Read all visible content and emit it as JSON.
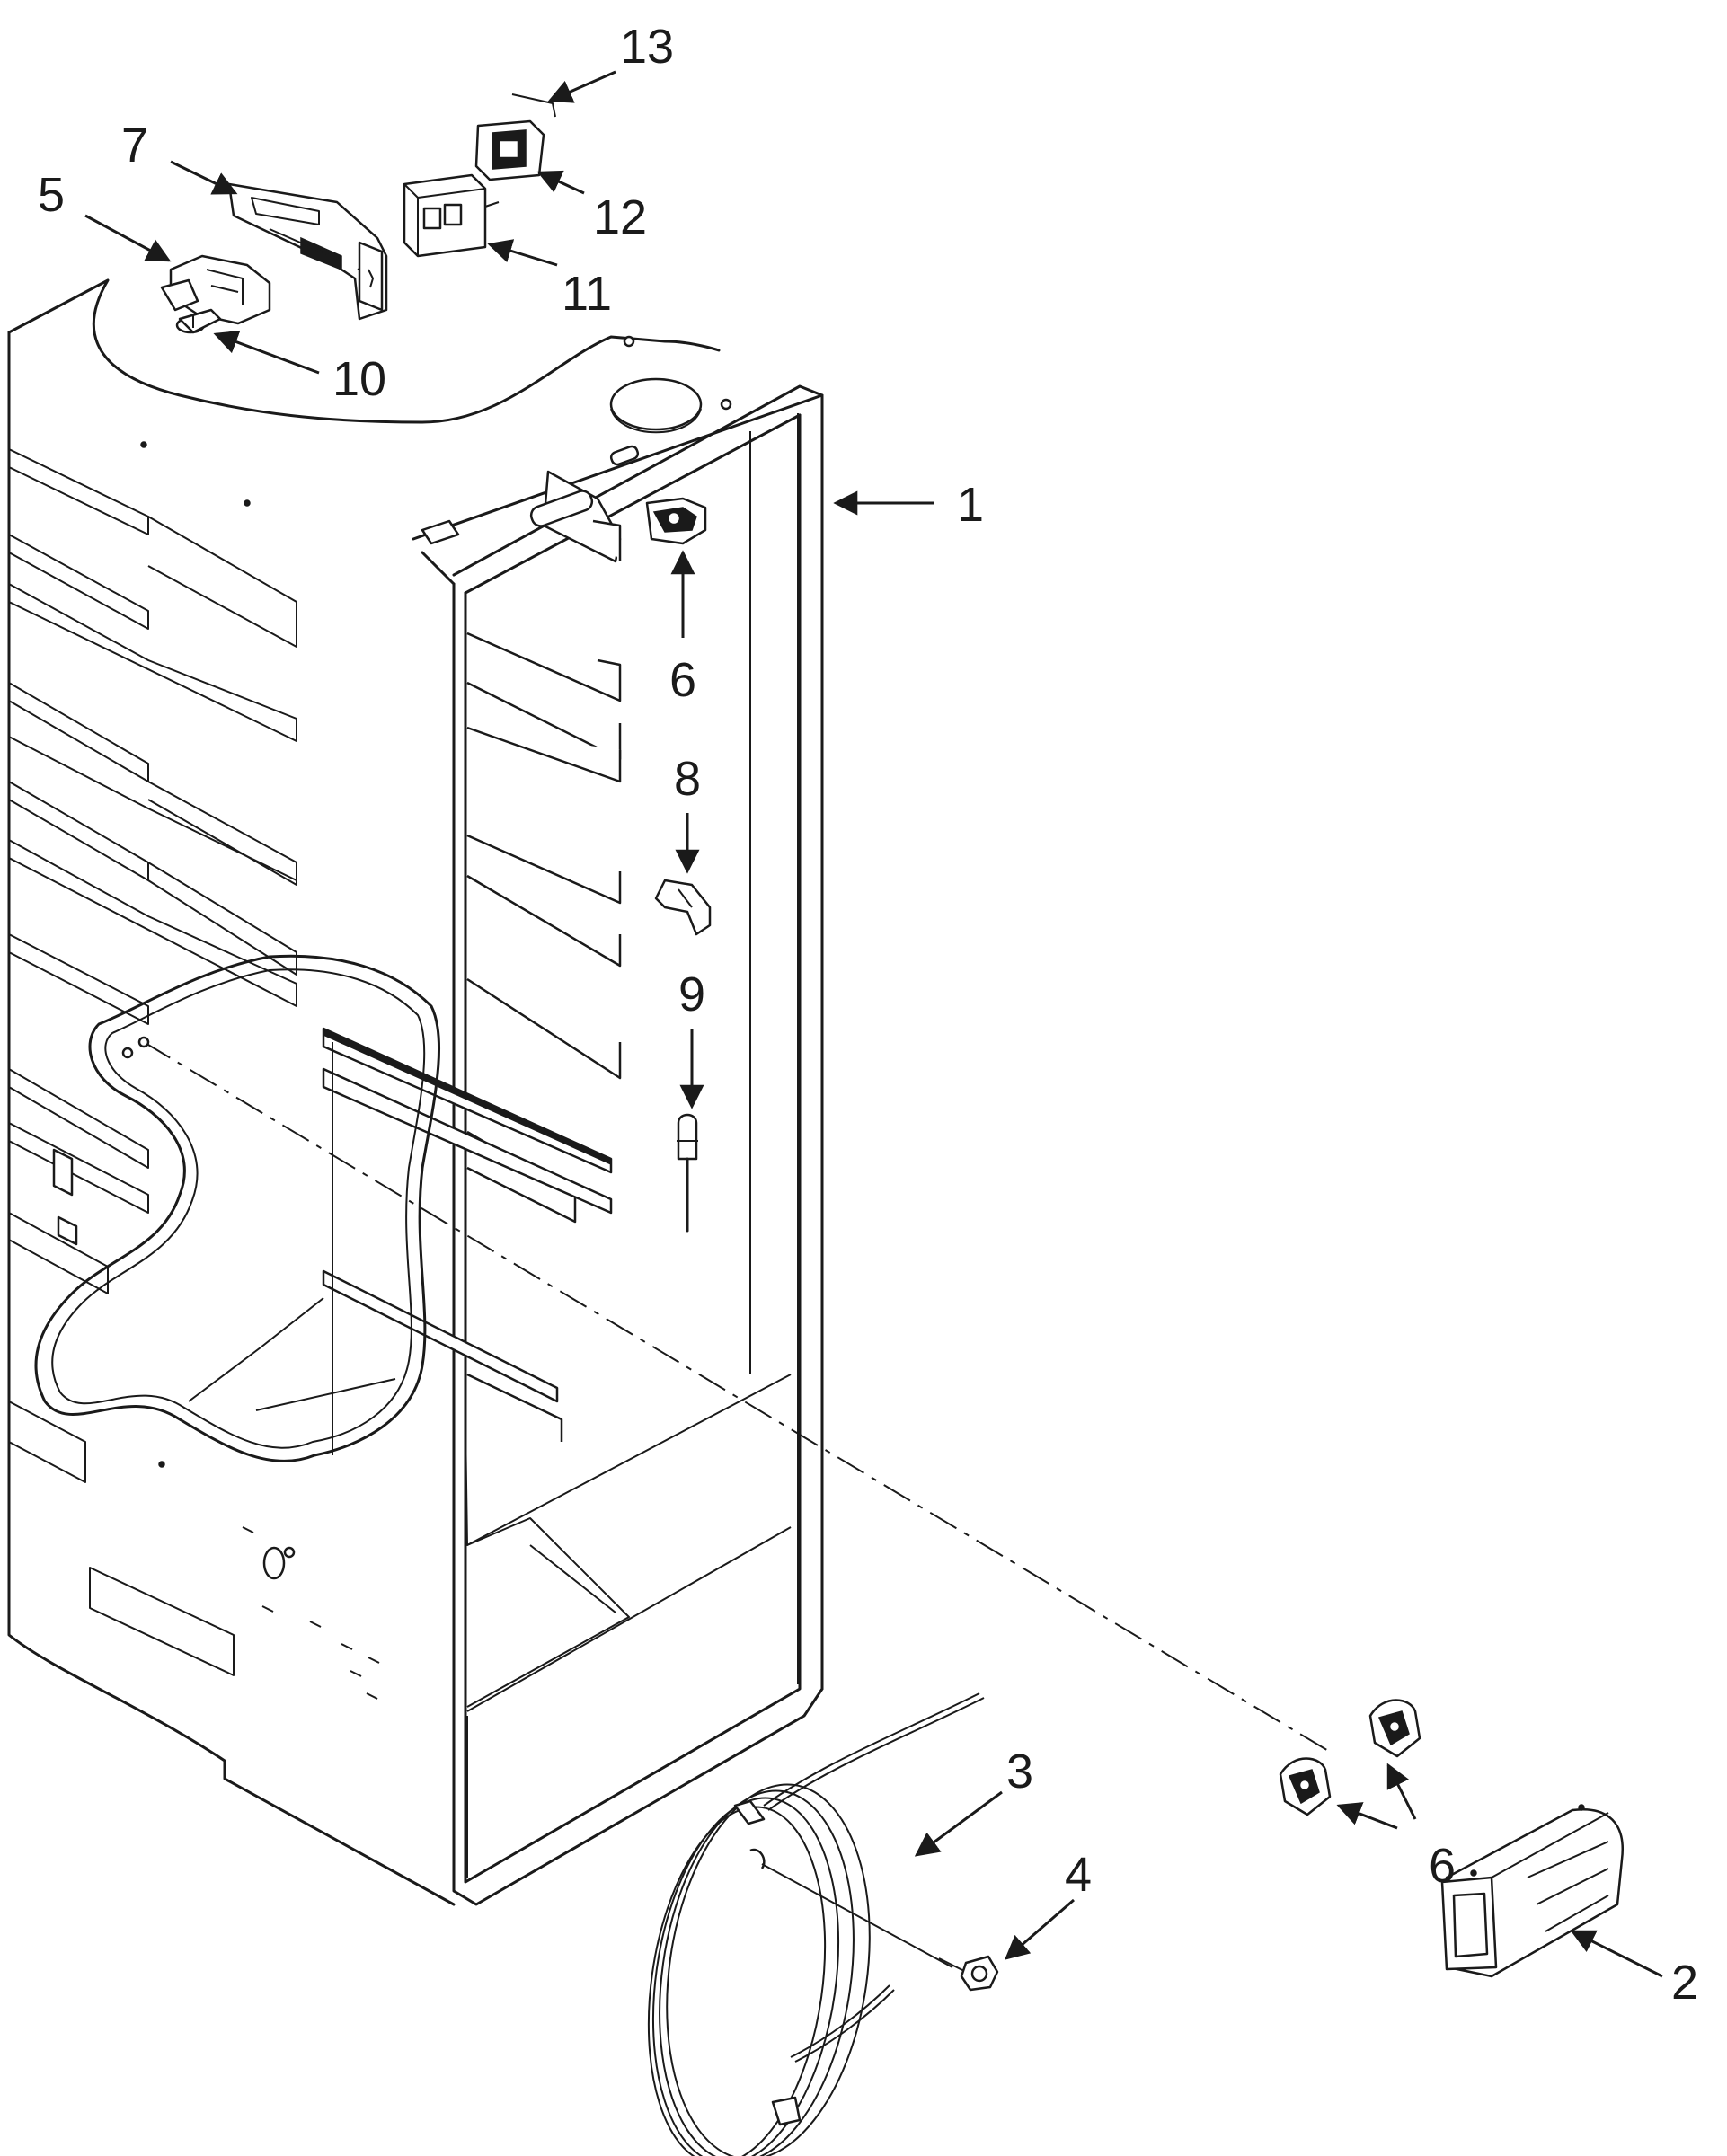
{
  "callouts": {
    "c1": "1",
    "c2": "2",
    "c3": "3",
    "c4": "4",
    "c5": "5",
    "c6a": "6",
    "c6b": "6",
    "c7": "7",
    "c8": "8",
    "c9": "9",
    "c10": "10",
    "c11": "11",
    "c12": "12",
    "c13": "13"
  }
}
